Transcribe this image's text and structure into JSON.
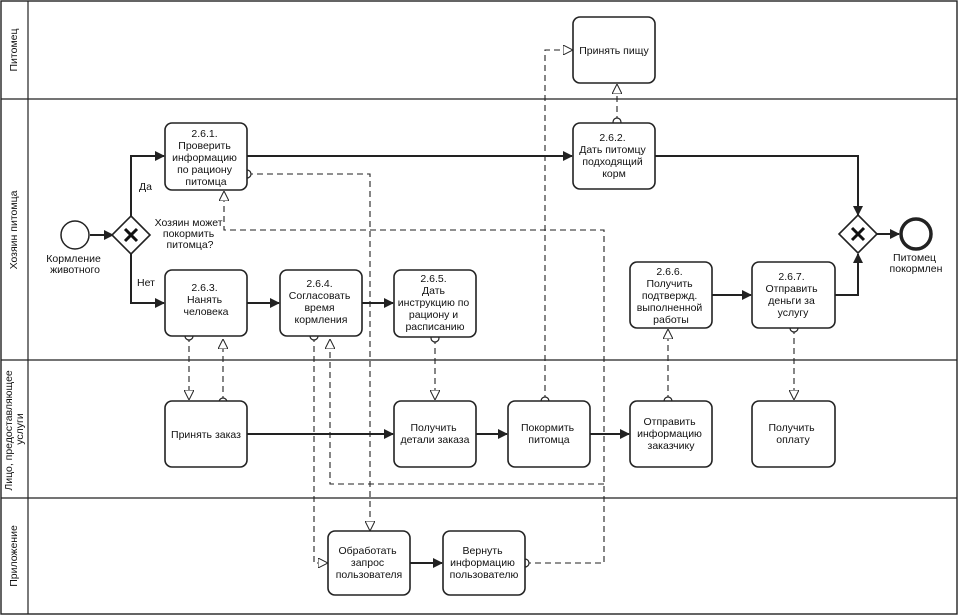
{
  "lanes": [
    {
      "id": "pet",
      "label": "Питомец"
    },
    {
      "id": "owner",
      "label": "Хозяин питомца"
    },
    {
      "id": "provider",
      "label": [
        "Лицо, предоставляющее",
        "услуги"
      ]
    },
    {
      "id": "app",
      "label": "Приложение"
    }
  ],
  "events": {
    "start": {
      "label": [
        "Кормление",
        "животного"
      ]
    },
    "end": {
      "label": [
        "Питомец",
        "покормлен"
      ]
    }
  },
  "gateways": {
    "decision": {
      "question": [
        "Хозяин может",
        "покормить",
        "питомца?"
      ],
      "yes": "Да",
      "no": "Нет"
    }
  },
  "tasks": {
    "t261": {
      "lines": [
        "2.6.1.",
        "Проверить",
        "информацию",
        "по рациону",
        "питомца"
      ]
    },
    "t262": {
      "lines": [
        "2.6.2.",
        "Дать питомцу",
        "подходящий",
        "корм"
      ]
    },
    "t263": {
      "lines": [
        "2.6.3.",
        "Нанять",
        "человека"
      ]
    },
    "t264": {
      "lines": [
        "2.6.4.",
        "Согласовать",
        "время",
        "кормления"
      ]
    },
    "t265": {
      "lines": [
        "2.6.5.",
        "Дать",
        "инструкцию по",
        "рациону и",
        "расписанию"
      ]
    },
    "t266": {
      "lines": [
        "2.6.6.",
        "Получить",
        "подтвержд.",
        "выполненной",
        "работы"
      ]
    },
    "t267": {
      "lines": [
        "2.6.7.",
        "Отправить",
        "деньги за",
        "услугу"
      ]
    },
    "accept_food": {
      "lines": [
        "Принять пищу"
      ]
    },
    "accept_order": {
      "lines": [
        "Принять заказ"
      ]
    },
    "get_details": {
      "lines": [
        "Получить",
        "детали заказа"
      ]
    },
    "feed_pet": {
      "lines": [
        "Покормить",
        "питомца"
      ]
    },
    "send_info": {
      "lines": [
        "Отправить",
        "информацию",
        "заказчику"
      ]
    },
    "get_payment": {
      "lines": [
        "Получить",
        "оплату"
      ]
    },
    "process_request": {
      "lines": [
        "Обработать",
        "запрос",
        "пользователя"
      ]
    },
    "return_info": {
      "lines": [
        "Вернуть",
        "информацию",
        "пользователю"
      ]
    }
  }
}
